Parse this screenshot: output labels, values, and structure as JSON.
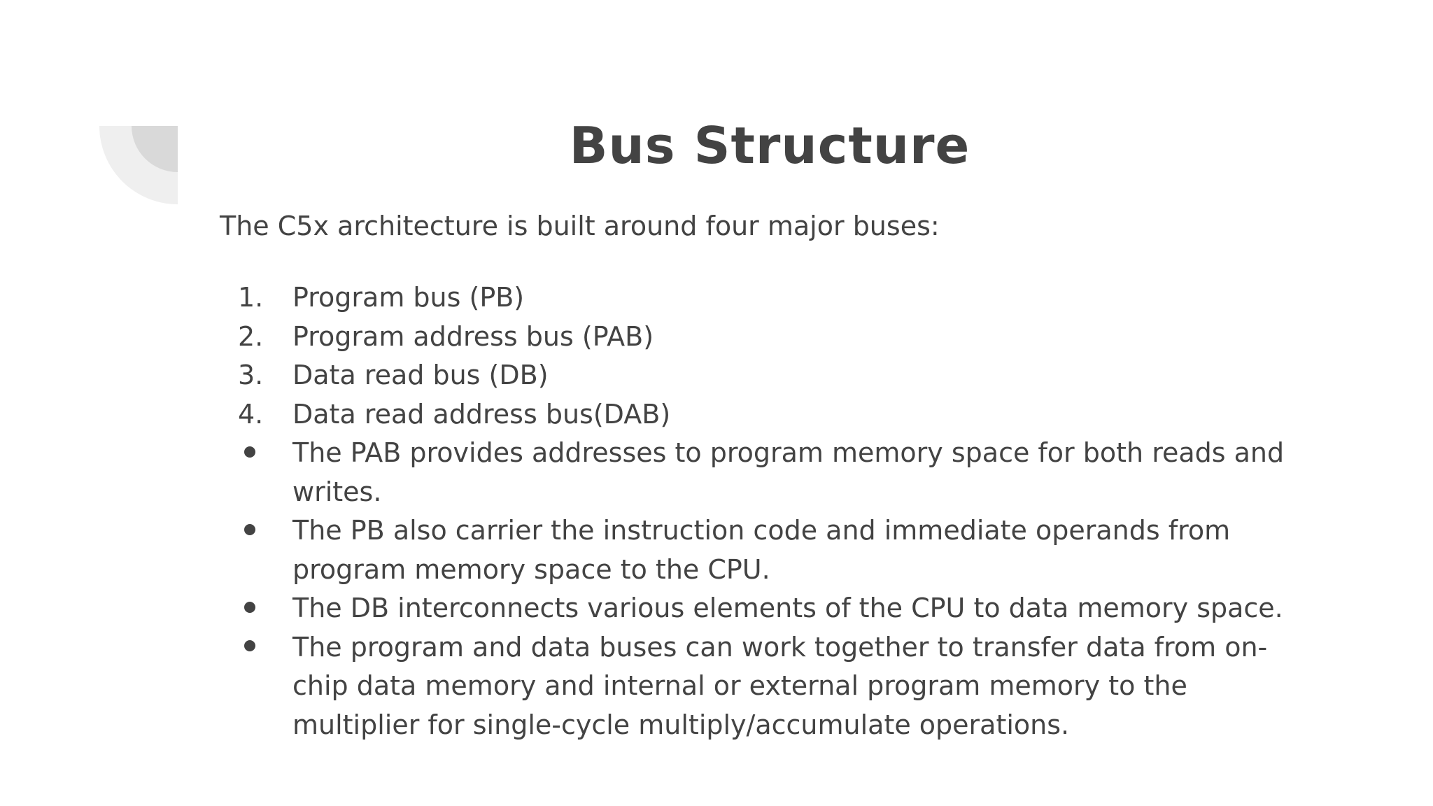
{
  "slide": {
    "title": "Bus Structure",
    "intro": "The C5x architecture is built around four major buses:",
    "numbered_items": [
      {
        "marker": "1.",
        "text": "Program bus (PB)"
      },
      {
        "marker": "2.",
        "text": "Program address bus (PAB)"
      },
      {
        "marker": "3.",
        "text": "Data read bus (DB)"
      },
      {
        "marker": "4.",
        "text": "Data read address bus(DAB)"
      }
    ],
    "bullet_items": [
      {
        "text": "The PAB provides addresses to program memory space for both reads and writes."
      },
      {
        "text": "The PB also carrier the instruction code and immediate operands from program memory space to the CPU."
      },
      {
        "text": "The DB interconnects various elements of the CPU to data memory space."
      },
      {
        "text": "The program and data buses can work together to transfer data from on-chip data memory and internal or external program memory to the multiplier for single-cycle multiply/accumulate operations."
      }
    ]
  },
  "colors": {
    "text": "#434343",
    "background": "#ffffff",
    "decoration_outer": "#efefef",
    "decoration_inner": "#d9d9d9"
  }
}
